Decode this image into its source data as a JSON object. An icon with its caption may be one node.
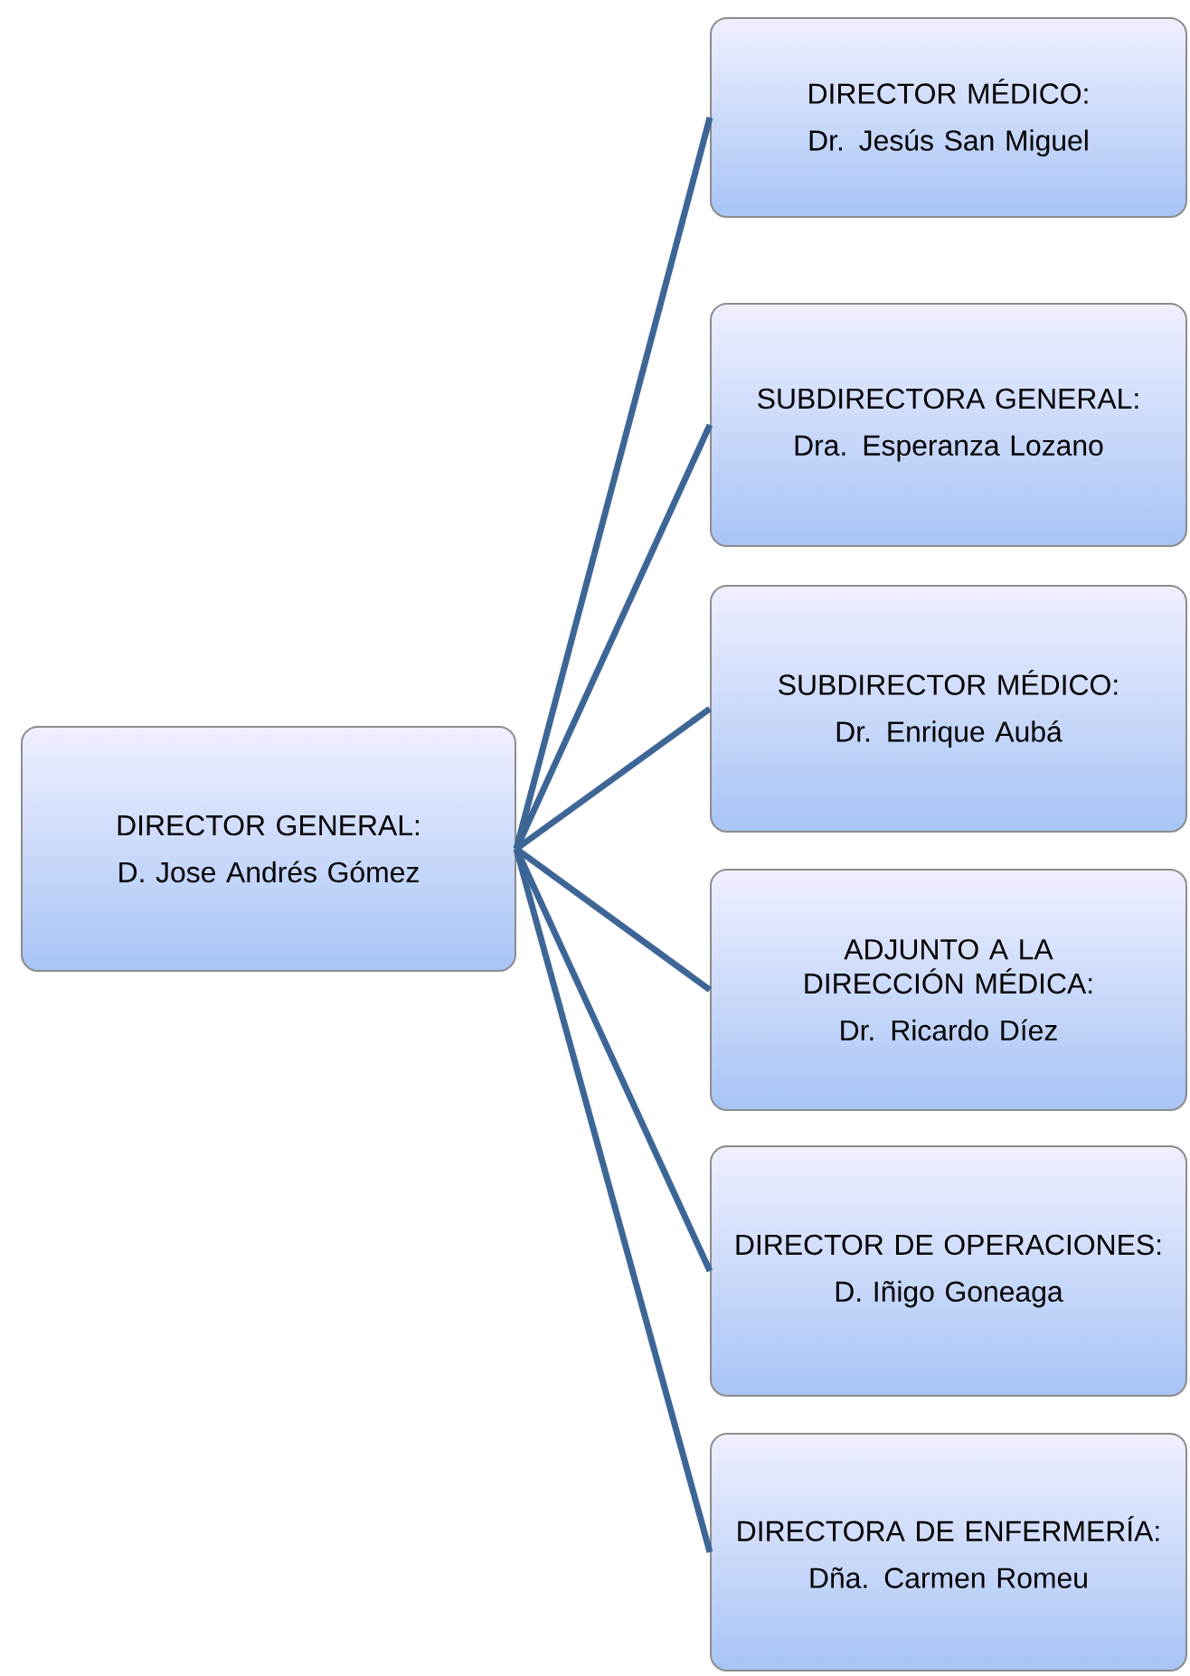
{
  "diagram": {
    "nodes": [
      {
        "text": [
          "DIRECTOR GENERAL:",
          "D. Jose Andrés Gómez"
        ]
      },
      {
        "text": [
          "DIRECTOR MÉDICO:",
          "Dr. Jesús San Miguel"
        ]
      },
      {
        "text": [
          "SUBDIRECTORA GENERAL:",
          "Dra. Esperanza Lozano"
        ]
      },
      {
        "text": [
          "SUBDIRECTOR MÉDICO:",
          "Dr. Enrique Aubá"
        ]
      },
      {
        "text": [
          "ADJUNTO A LA DIRECCIÓN MÉDICA:",
          "Dr. Ricardo Díez"
        ]
      },
      {
        "text": [
          "DIRECTOR DE OPERACIONES:",
          "D. Iñigo Goneaga"
        ]
      },
      {
        "text": [
          "DIRECTORA DE ENFERMERÍA:",
          "Dña. Carmen Romeu"
        ]
      }
    ],
    "edges": [
      {
        "from": 0,
        "to": 1,
        "arrow": "none"
      },
      {
        "from": 0,
        "to": 2,
        "arrow": "none"
      },
      {
        "from": 0,
        "to": 3,
        "arrow": "none"
      },
      {
        "from": 0,
        "to": 4,
        "arrow": "none"
      },
      {
        "from": 0,
        "to": 5,
        "arrow": "none"
      },
      {
        "from": 0,
        "to": 6,
        "arrow": "none"
      }
    ]
  }
}
